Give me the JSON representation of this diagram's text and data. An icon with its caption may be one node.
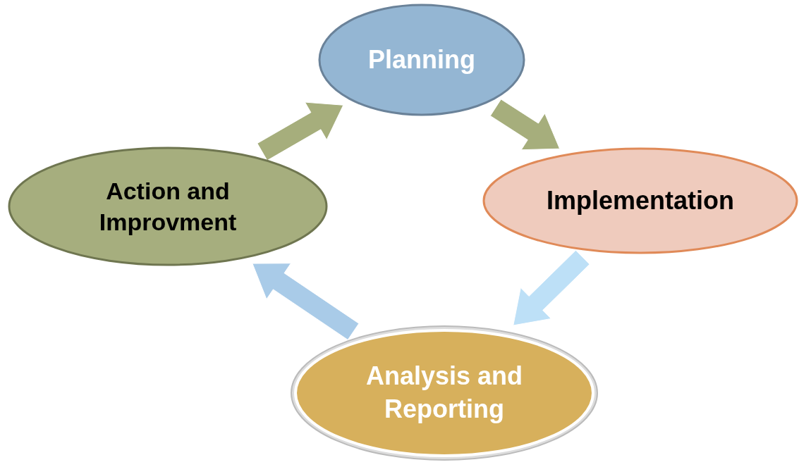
{
  "diagram": {
    "nodes": [
      {
        "text": [
          "Planning"
        ]
      },
      {
        "text": [
          "Implementation"
        ]
      },
      {
        "text": [
          "Analysis and Reporting"
        ]
      },
      {
        "text": [
          "Action and Improvment"
        ]
      }
    ],
    "edges": [
      {
        "from": 0,
        "to": 1,
        "arrow": "to",
        "style": "thick",
        "color": "#a6ae7c"
      },
      {
        "from": 1,
        "to": 2,
        "arrow": "to",
        "style": "thick",
        "color": "#bde0f7"
      },
      {
        "from": 2,
        "to": 3,
        "arrow": "to",
        "style": "thick",
        "color": "#a9cbe8"
      },
      {
        "from": 3,
        "to": 0,
        "arrow": "to",
        "style": "thick",
        "color": "#a6ae7c"
      }
    ]
  }
}
